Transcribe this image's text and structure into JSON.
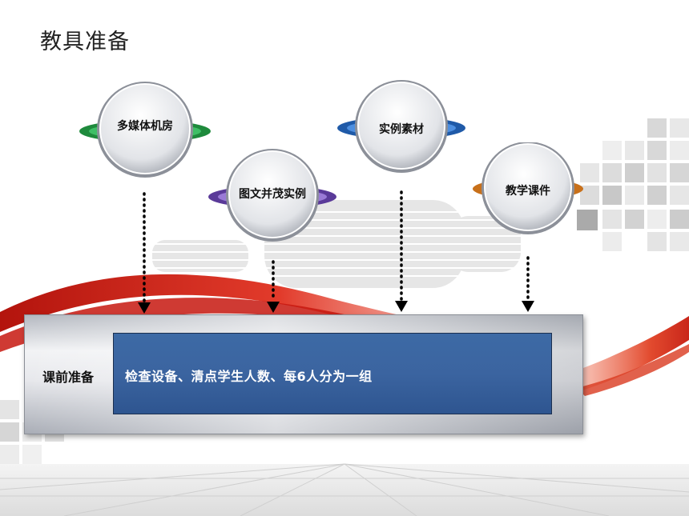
{
  "title": "教具准备",
  "nodes": [
    {
      "label": "多媒体机房",
      "accent": "#2a9d4a"
    },
    {
      "label": "图文并茂实例",
      "accent": "#7a55b5"
    },
    {
      "label": "实例素材",
      "accent": "#2f6fc0"
    },
    {
      "label": "教学课件",
      "accent": "#e0892a"
    }
  ],
  "panel": {
    "label": "课前准备",
    "content": "检查设备、清点学生人数、每6人分为一组"
  },
  "colors": {
    "ribbon": "#d42a1f",
    "panel_inner": "#3c66a2"
  }
}
